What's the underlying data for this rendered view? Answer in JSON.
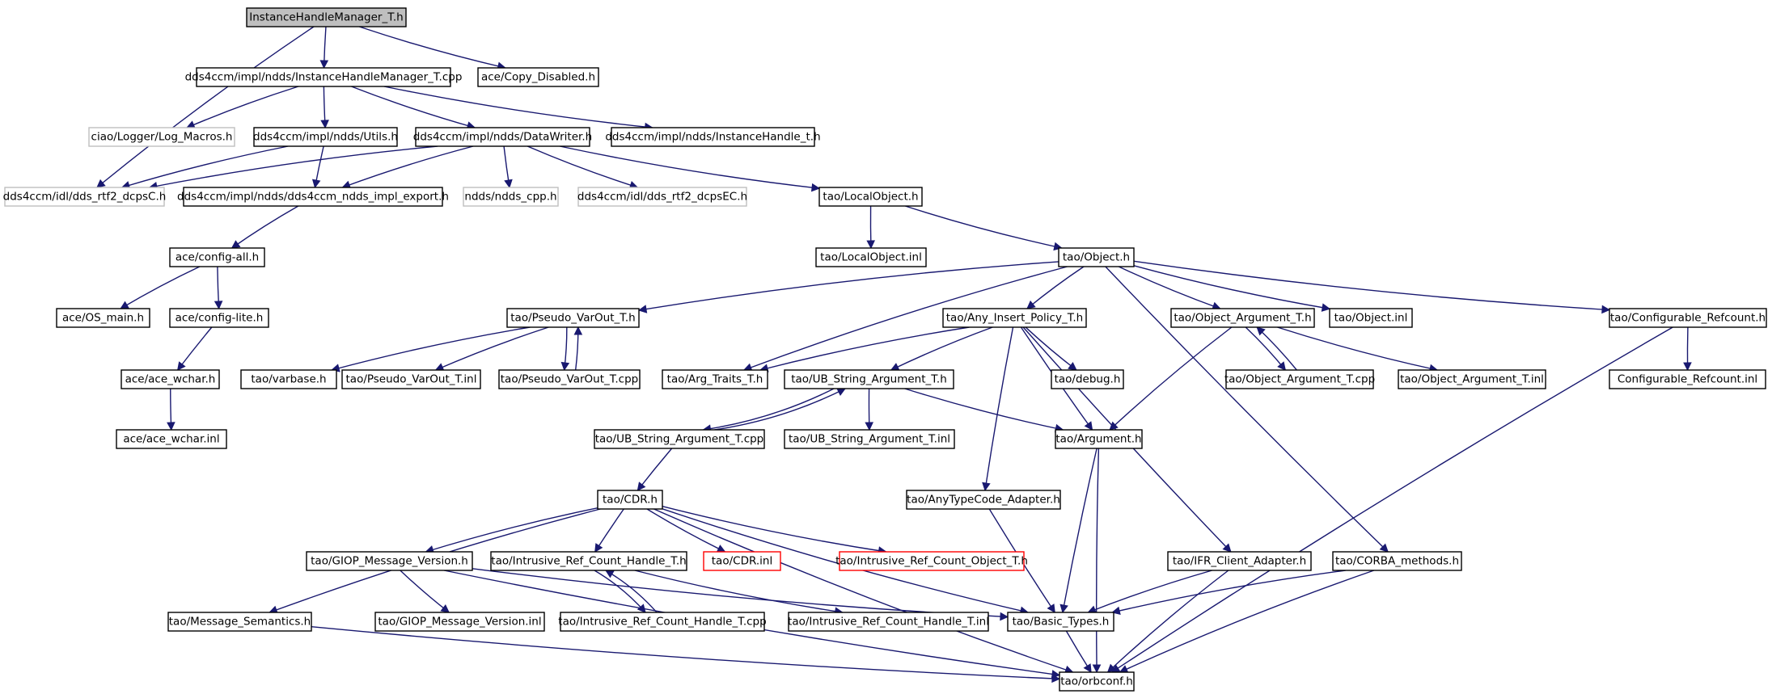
{
  "colors": {
    "edge": "#191970",
    "root_fill": "#bfbfbf",
    "missing_border": "#bfbfbf",
    "broken_border": "#ff0000"
  },
  "nodes": [
    {
      "id": "n1",
      "label": "InstanceHandleManager_T.h",
      "style": "root"
    },
    {
      "id": "n2",
      "label": "dds4ccm/impl/ndds/InstanceHandleManager_T.cpp",
      "style": "normal"
    },
    {
      "id": "n3",
      "label": "ace/Copy_Disabled.h",
      "style": "normal"
    },
    {
      "id": "n4",
      "label": "ciao/Logger/Log_Macros.h",
      "style": "missing"
    },
    {
      "id": "n5",
      "label": "dds4ccm/impl/ndds/Utils.h",
      "style": "normal"
    },
    {
      "id": "n6",
      "label": "dds4ccm/impl/ndds/DataWriter.h",
      "style": "normal"
    },
    {
      "id": "n7",
      "label": "dds4ccm/impl/ndds/InstanceHandle_t.h",
      "style": "normal"
    },
    {
      "id": "n8",
      "label": "dds4ccm/idl/dds_rtf2_dcpsC.h",
      "style": "missing"
    },
    {
      "id": "n9",
      "label": "dds4ccm/impl/ndds/dds4ccm_ndds_impl_export.h",
      "style": "normal"
    },
    {
      "id": "n10",
      "label": "ndds/ndds_cpp.h",
      "style": "missing"
    },
    {
      "id": "n11",
      "label": "dds4ccm/idl/dds_rtf2_dcpsEC.h",
      "style": "missing"
    },
    {
      "id": "n12",
      "label": "tao/LocalObject.h",
      "style": "normal"
    },
    {
      "id": "n13",
      "label": "ace/config-all.h",
      "style": "normal"
    },
    {
      "id": "n14",
      "label": "tao/LocalObject.inl",
      "style": "normal"
    },
    {
      "id": "n15",
      "label": "tao/Object.h",
      "style": "normal"
    },
    {
      "id": "n16",
      "label": "ace/OS_main.h",
      "style": "normal"
    },
    {
      "id": "n17",
      "label": "ace/config-lite.h",
      "style": "normal"
    },
    {
      "id": "n18",
      "label": "tao/Pseudo_VarOut_T.h",
      "style": "normal"
    },
    {
      "id": "n19",
      "label": "tao/Any_Insert_Policy_T.h",
      "style": "normal"
    },
    {
      "id": "n20",
      "label": "tao/Object_Argument_T.h",
      "style": "normal"
    },
    {
      "id": "n21",
      "label": "tao/Object.inl",
      "style": "normal"
    },
    {
      "id": "n22",
      "label": "tao/Configurable_Refcount.h",
      "style": "normal"
    },
    {
      "id": "n23",
      "label": "ace/ace_wchar.h",
      "style": "normal"
    },
    {
      "id": "n24",
      "label": "tao/varbase.h",
      "style": "normal"
    },
    {
      "id": "n25",
      "label": "tao/Pseudo_VarOut_T.inl",
      "style": "normal"
    },
    {
      "id": "n26",
      "label": "tao/Pseudo_VarOut_T.cpp",
      "style": "normal"
    },
    {
      "id": "n27",
      "label": "tao/Arg_Traits_T.h",
      "style": "normal"
    },
    {
      "id": "n28",
      "label": "tao/UB_String_Argument_T.h",
      "style": "normal"
    },
    {
      "id": "n29",
      "label": "tao/debug.h",
      "style": "normal"
    },
    {
      "id": "n30",
      "label": "tao/Object_Argument_T.cpp",
      "style": "normal"
    },
    {
      "id": "n31",
      "label": "tao/Object_Argument_T.inl",
      "style": "normal"
    },
    {
      "id": "n32",
      "label": "Configurable_Refcount.inl",
      "style": "normal"
    },
    {
      "id": "n33",
      "label": "ace/ace_wchar.inl",
      "style": "normal"
    },
    {
      "id": "n34",
      "label": "tao/UB_String_Argument_T.cpp",
      "style": "normal"
    },
    {
      "id": "n35",
      "label": "tao/UB_String_Argument_T.inl",
      "style": "normal"
    },
    {
      "id": "n36",
      "label": "tao/Argument.h",
      "style": "normal"
    },
    {
      "id": "n37",
      "label": "tao/CDR.h",
      "style": "normal"
    },
    {
      "id": "n38",
      "label": "tao/AnyTypeCode_Adapter.h",
      "style": "normal"
    },
    {
      "id": "n39",
      "label": "tao/GIOP_Message_Version.h",
      "style": "normal"
    },
    {
      "id": "n40",
      "label": "tao/Intrusive_Ref_Count_Handle_T.h",
      "style": "normal"
    },
    {
      "id": "n41",
      "label": "tao/CDR.inl",
      "style": "broken"
    },
    {
      "id": "n42",
      "label": "tao/Intrusive_Ref_Count_Object_T.h",
      "style": "broken"
    },
    {
      "id": "n43",
      "label": "tao/IFR_Client_Adapter.h",
      "style": "normal"
    },
    {
      "id": "n44",
      "label": "tao/CORBA_methods.h",
      "style": "normal"
    },
    {
      "id": "n45",
      "label": "tao/Message_Semantics.h",
      "style": "normal"
    },
    {
      "id": "n46",
      "label": "tao/GIOP_Message_Version.inl",
      "style": "normal"
    },
    {
      "id": "n47",
      "label": "tao/Intrusive_Ref_Count_Handle_T.cpp",
      "style": "normal"
    },
    {
      "id": "n48",
      "label": "tao/Intrusive_Ref_Count_Handle_T.inl",
      "style": "normal"
    },
    {
      "id": "n49",
      "label": "tao/Basic_Types.h",
      "style": "normal"
    },
    {
      "id": "n50",
      "label": "tao/orbconf.h",
      "style": "normal"
    }
  ],
  "edges": [
    [
      "n1",
      "n2"
    ],
    [
      "n1",
      "n3"
    ],
    [
      "n1",
      "n8"
    ],
    [
      "n2",
      "n4"
    ],
    [
      "n2",
      "n5"
    ],
    [
      "n2",
      "n6"
    ],
    [
      "n2",
      "n7"
    ],
    [
      "n5",
      "n8"
    ],
    [
      "n5",
      "n9"
    ],
    [
      "n6",
      "n8"
    ],
    [
      "n6",
      "n9"
    ],
    [
      "n6",
      "n10"
    ],
    [
      "n6",
      "n11"
    ],
    [
      "n6",
      "n12"
    ],
    [
      "n9",
      "n13"
    ],
    [
      "n12",
      "n14"
    ],
    [
      "n12",
      "n15"
    ],
    [
      "n13",
      "n16"
    ],
    [
      "n13",
      "n17"
    ],
    [
      "n17",
      "n23"
    ],
    [
      "n23",
      "n33"
    ],
    [
      "n15",
      "n18"
    ],
    [
      "n15",
      "n19"
    ],
    [
      "n15",
      "n20"
    ],
    [
      "n15",
      "n21"
    ],
    [
      "n15",
      "n22"
    ],
    [
      "n15",
      "n27"
    ],
    [
      "n15",
      "n44"
    ],
    [
      "n18",
      "n24"
    ],
    [
      "n18",
      "n25"
    ],
    [
      "n18",
      "n26"
    ],
    [
      "n26",
      "n18"
    ],
    [
      "n19",
      "n27"
    ],
    [
      "n19",
      "n28"
    ],
    [
      "n19",
      "n29"
    ],
    [
      "n19",
      "n36"
    ],
    [
      "n19",
      "n38"
    ],
    [
      "n19",
      "n43"
    ],
    [
      "n20",
      "n30"
    ],
    [
      "n30",
      "n20"
    ],
    [
      "n20",
      "n31"
    ],
    [
      "n20",
      "n36"
    ],
    [
      "n22",
      "n32"
    ],
    [
      "n22",
      "n50"
    ],
    [
      "n28",
      "n34"
    ],
    [
      "n34",
      "n28"
    ],
    [
      "n28",
      "n35"
    ],
    [
      "n28",
      "n36"
    ],
    [
      "n34",
      "n37"
    ],
    [
      "n36",
      "n49"
    ],
    [
      "n36",
      "n50"
    ],
    [
      "n37",
      "n39"
    ],
    [
      "n37",
      "n40"
    ],
    [
      "n37",
      "n41"
    ],
    [
      "n37",
      "n42"
    ],
    [
      "n37",
      "n45"
    ],
    [
      "n37",
      "n49"
    ],
    [
      "n37",
      "n50"
    ],
    [
      "n38",
      "n49"
    ],
    [
      "n39",
      "n46"
    ],
    [
      "n39",
      "n49"
    ],
    [
      "n39",
      "n50"
    ],
    [
      "n40",
      "n47"
    ],
    [
      "n47",
      "n40"
    ],
    [
      "n40",
      "n48"
    ],
    [
      "n43",
      "n49"
    ],
    [
      "n43",
      "n50"
    ],
    [
      "n44",
      "n49"
    ],
    [
      "n44",
      "n50"
    ],
    [
      "n45",
      "n50"
    ],
    [
      "n49",
      "n50"
    ]
  ]
}
